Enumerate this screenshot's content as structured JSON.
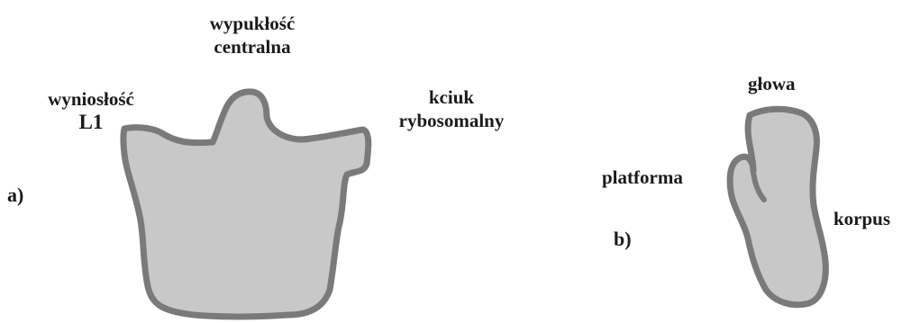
{
  "panel_a": {
    "letter": "a)",
    "labels": {
      "central_protuberance": [
        "wypukłość",
        "centralna"
      ],
      "l1_stalk": [
        "wyniosłość",
        "L1"
      ],
      "ribosomal_thumb": [
        "kciuk",
        "rybosomalny"
      ]
    },
    "colors": {
      "fill": "#c8c8c8",
      "outline": "#7a7a7a"
    }
  },
  "panel_b": {
    "letter": "b)",
    "labels": {
      "head": "głowa",
      "platform": "platforma",
      "body": "korpus"
    },
    "colors": {
      "fill": "#c8c8c8",
      "outline": "#7a7a7a"
    }
  }
}
